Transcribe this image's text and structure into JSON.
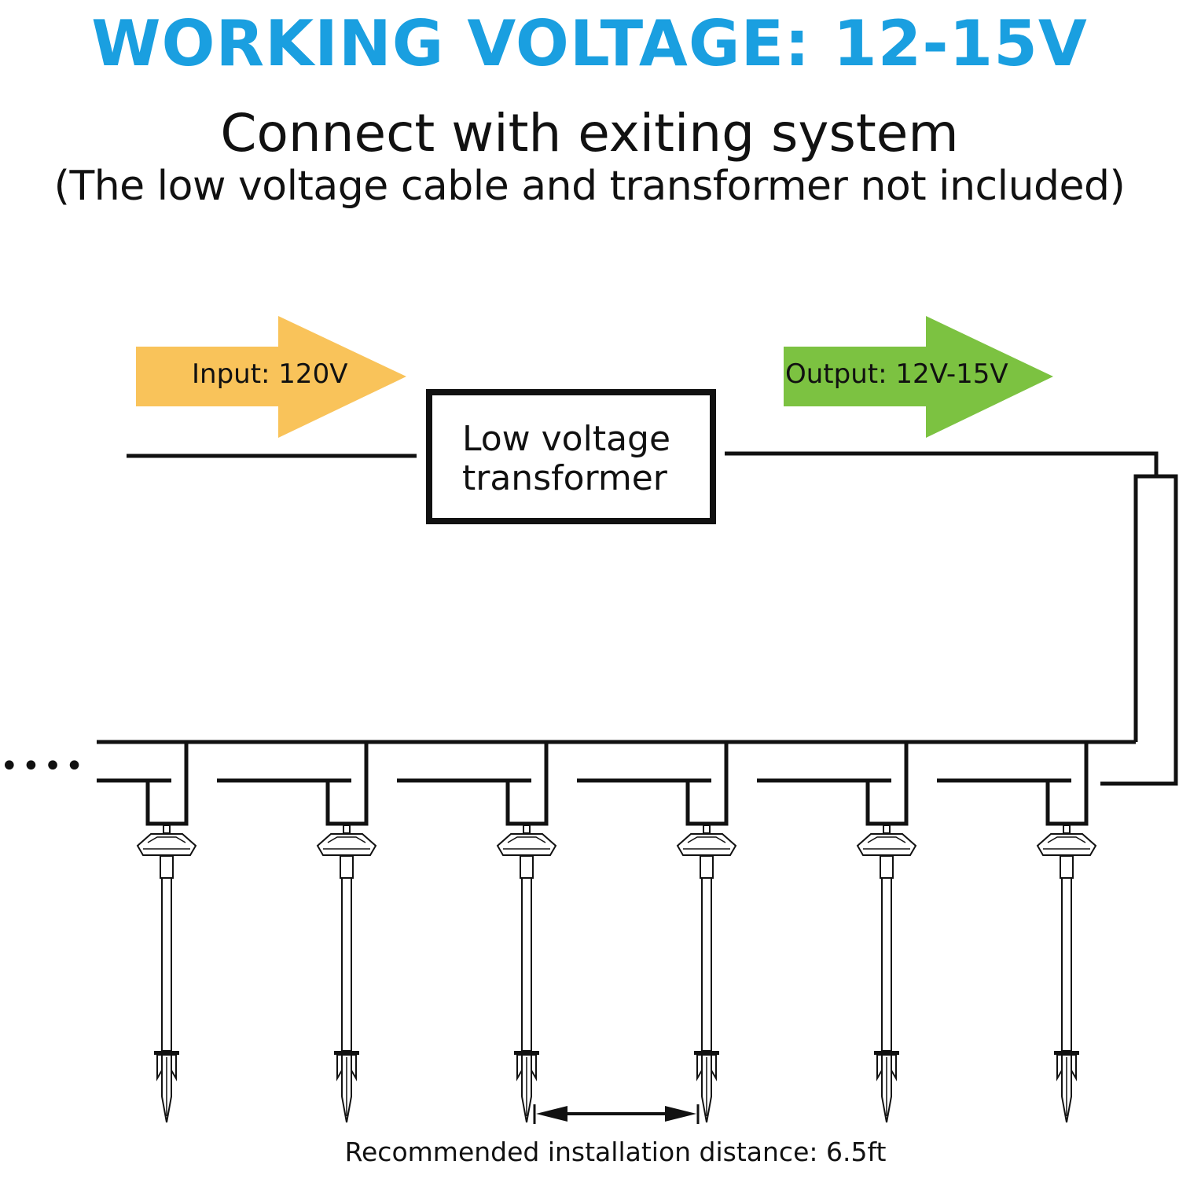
{
  "header": {
    "headline": "WORKING VOLTAGE: 12-15V",
    "headline_color": "#1a9fe0",
    "subtitle": "Connect with exiting system",
    "note": "(The low voltage cable and transformer not included)"
  },
  "diagram": {
    "input_arrow": {
      "label": "Input: 120V",
      "color": "#f9c35a"
    },
    "transformer": {
      "line1": "Low voltage",
      "line2": "transformer"
    },
    "output_arrow": {
      "label": "Output: 12V-15V",
      "color": "#7cc241"
    },
    "light_count": 6,
    "continuation": "••••",
    "distance_label": "Recommended installation distance: 6.5ft"
  }
}
